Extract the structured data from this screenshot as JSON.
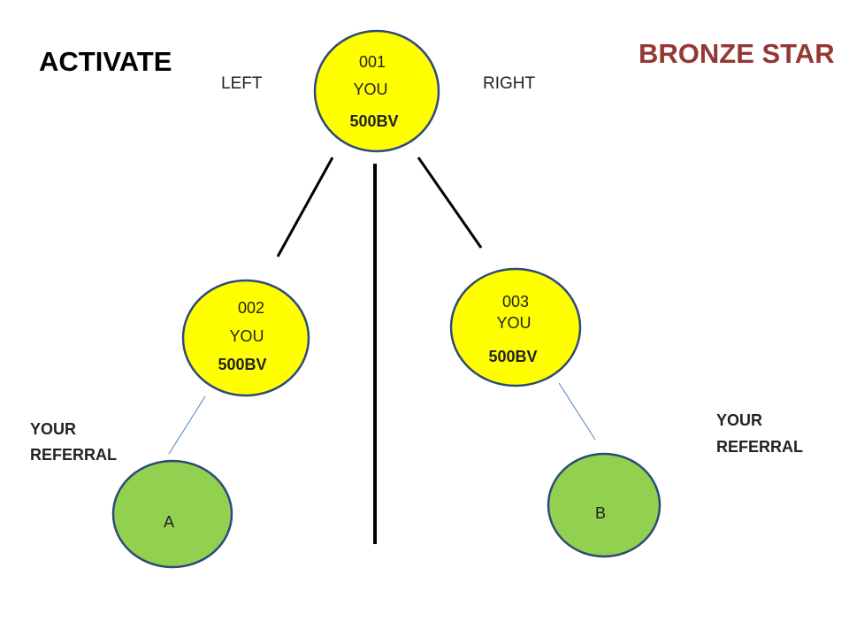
{
  "title": "ACTIVATE",
  "rank": "BRONZE STAR",
  "side_labels": {
    "left": "LEFT",
    "right": "RIGHT"
  },
  "nodes": {
    "n001": {
      "id": "001",
      "who": "YOU",
      "bv": "500BV"
    },
    "n002": {
      "id": "002",
      "who": "YOU",
      "bv": "500BV"
    },
    "n003": {
      "id": "003",
      "who": "YOU",
      "bv": "500BV"
    },
    "a": {
      "label": "A"
    },
    "b": {
      "label": "B"
    }
  },
  "referral_left": {
    "line1": "YOUR",
    "line2": "REFERRAL"
  },
  "referral_right": {
    "line1": "YOUR",
    "line2": "REFERRAL"
  },
  "colors": {
    "yellow_node": "#FFFF00",
    "green_node": "#92D050",
    "node_outline": "#2E4A7A",
    "rank_text": "#953735",
    "thin_line": "#4F81BD"
  }
}
